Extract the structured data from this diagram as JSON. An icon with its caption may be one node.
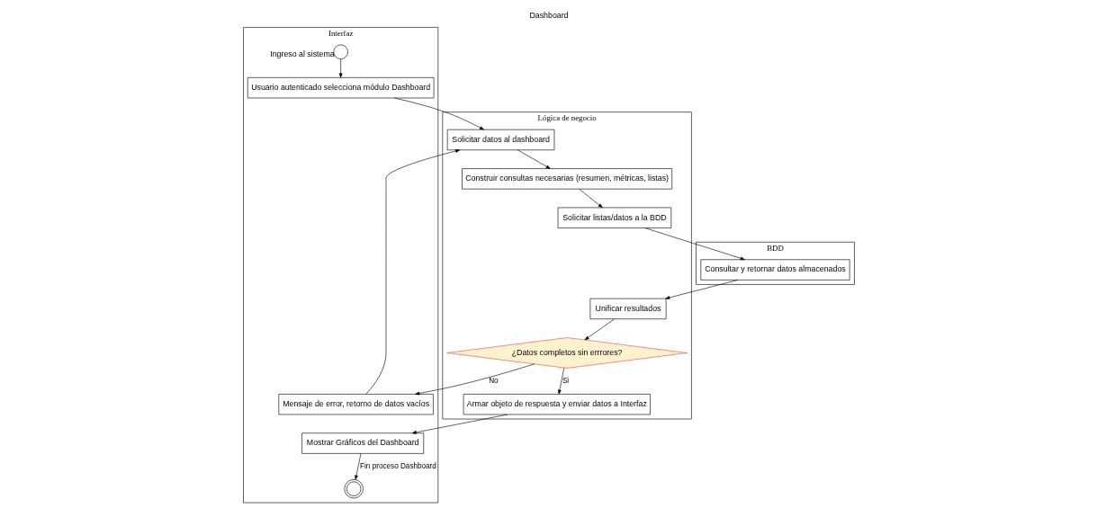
{
  "diagram": {
    "title": "Dashboard",
    "nodes": [
      {
        "text": [
          "Interfaz"
        ]
      },
      {
        "text": [
          "Lógica de negocio"
        ]
      },
      {
        "text": [
          "BDD"
        ]
      },
      {
        "text": [],
        "shape": "circle",
        "in": 0,
        "beside": [
          "Ingreso al sistema"
        ]
      },
      {
        "text": [
          "Usuario autenticado selecciona módulo Dashboard"
        ],
        "in": 0
      },
      {
        "text": [
          "Mensaje de error, retorno de datos vacíos"
        ],
        "in": 0
      },
      {
        "text": [
          "Mostrar Gráficos del Dashboard"
        ],
        "in": 0
      },
      {
        "text": [],
        "shape": "circle",
        "in": 0
      },
      {
        "text": [
          "Solicitar datos al dashboard"
        ],
        "in": 1
      },
      {
        "text": [
          "Construir consultas necesarias (resumen, métricas, listas)"
        ],
        "in": 1
      },
      {
        "text": [
          "Solicitar listas/datos a la BDD"
        ],
        "in": 1
      },
      {
        "text": [
          "¿Datos completos sin errrores?"
        ],
        "in": 1
      },
      {
        "text": [
          "Unificar resultados"
        ],
        "in": 1
      },
      {
        "text": [
          "Armar objeto de respuesta y enviar datos a Interfaz"
        ],
        "in": 1
      },
      {
        "text": [
          "Consultar y retornar datos almacenados"
        ],
        "in": 2
      }
    ],
    "edges": [
      {
        "from": 3,
        "to": 4,
        "arrow": "to"
      },
      {
        "from": 4,
        "to": 8,
        "arrow": "to"
      },
      {
        "from": 5,
        "to": 8,
        "arrow": "to"
      },
      {
        "from": 8,
        "to": 9,
        "arrow": "to"
      },
      {
        "from": 9,
        "to": 10,
        "arrow": "to"
      },
      {
        "from": 10,
        "to": 14,
        "arrow": "to"
      },
      {
        "from": 14,
        "to": 12,
        "arrow": "to"
      },
      {
        "from": 12,
        "to": 11,
        "arrow": "to"
      },
      {
        "from": 11,
        "to": 5,
        "arrow": "to",
        "label": "No"
      },
      {
        "from": 11,
        "to": 13,
        "arrow": "to",
        "label": "Si"
      },
      {
        "from": 13,
        "to": 6,
        "arrow": "to"
      },
      {
        "from": 6,
        "to": 7,
        "arrow": "to",
        "label": "Fin proceso Dashboard"
      }
    ]
  }
}
